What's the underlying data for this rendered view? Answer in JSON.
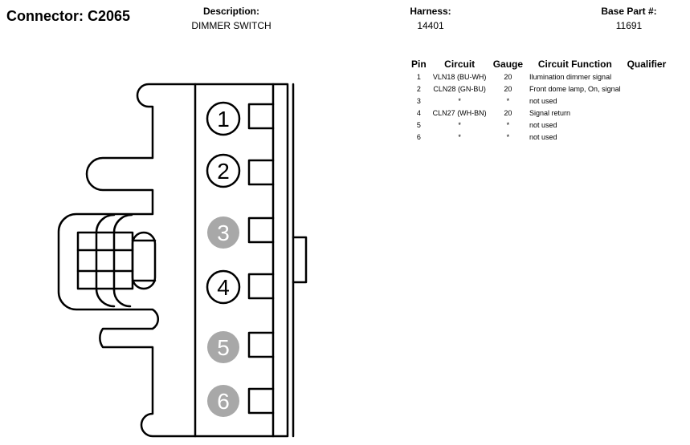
{
  "connector": {
    "title": "Connector: C2065"
  },
  "description": {
    "label": "Description:",
    "value": "DIMMER SWITCH"
  },
  "harness": {
    "label": "Harness:",
    "value": "14401"
  },
  "base_part": {
    "label": "Base Part #:",
    "value": "11691"
  },
  "table": {
    "headers": [
      "Pin",
      "Circuit",
      "Gauge",
      "Circuit Function",
      "Qualifier"
    ],
    "rows": [
      {
        "pin": "1",
        "circuit": "VLN18 (BU-WH)",
        "gauge": "20",
        "function": "Ilumination dimmer signal",
        "qualifier": ""
      },
      {
        "pin": "2",
        "circuit": "CLN28 (GN-BU)",
        "gauge": "20",
        "function": "Front dome lamp, On, signal",
        "qualifier": ""
      },
      {
        "pin": "3",
        "circuit": "*",
        "gauge": "*",
        "function": "not used",
        "qualifier": ""
      },
      {
        "pin": "4",
        "circuit": "CLN27 (WH-BN)",
        "gauge": "20",
        "function": "Signal return",
        "qualifier": ""
      },
      {
        "pin": "5",
        "circuit": "*",
        "gauge": "*",
        "function": "not used",
        "qualifier": ""
      },
      {
        "pin": "6",
        "circuit": "*",
        "gauge": "*",
        "function": "not used",
        "qualifier": ""
      }
    ]
  },
  "diagram": {
    "pins": [
      {
        "label": "1",
        "used": true
      },
      {
        "label": "2",
        "used": true
      },
      {
        "label": "3",
        "used": false
      },
      {
        "label": "4",
        "used": true
      },
      {
        "label": "5",
        "used": false
      },
      {
        "label": "6",
        "used": false
      }
    ],
    "colors": {
      "used_fill": "#ffffff",
      "unused_fill": "#a8a8a8",
      "unused_text": "#ffffff",
      "stroke": "#000000"
    }
  }
}
